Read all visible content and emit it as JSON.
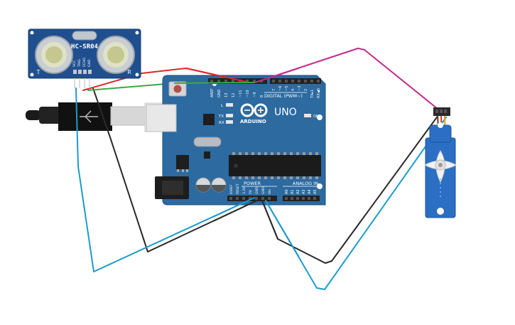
{
  "sensor": {
    "model": "HC-SR04",
    "pins": [
      "VCC",
      "TRIG",
      "ECHO",
      "GND"
    ],
    "corner_left": "T",
    "corner_right": "R"
  },
  "board": {
    "brand": "ARDUINO",
    "model": "UNO",
    "digital_label": "DIGITAL (PWM~)",
    "power_label": "POWER",
    "analog_label": "ANALOG IN",
    "led_l": "L",
    "led_tx": "TX",
    "led_rx": "RX",
    "led_on": "ON",
    "header_top_left": [
      "AREF",
      "GND",
      "13",
      "12",
      "~11",
      "~10",
      "~9",
      "8"
    ],
    "header_top_right": [
      "7",
      "~6",
      "~5",
      "4",
      "~3",
      "2",
      "TX▸1",
      "RX◀0"
    ],
    "power_pins": [
      "IOREF",
      "RESET",
      "3.3V",
      "5V",
      "GND",
      "GND",
      "Vin"
    ],
    "analog_pins": [
      "A0",
      "A1",
      "A2",
      "A3",
      "A4",
      "A5"
    ]
  },
  "colors": {
    "board": "#2c6aa0",
    "board_edge": "#1f4f7a",
    "sensor": "#1f4f8f",
    "servo": "#2a6fc4",
    "wire_red": "#e0262c",
    "wire_green": "#3aa84a",
    "wire_magenta": "#c22a8c",
    "wire_black": "#2a2a2a",
    "wire_blue": "#1c9ccc"
  }
}
